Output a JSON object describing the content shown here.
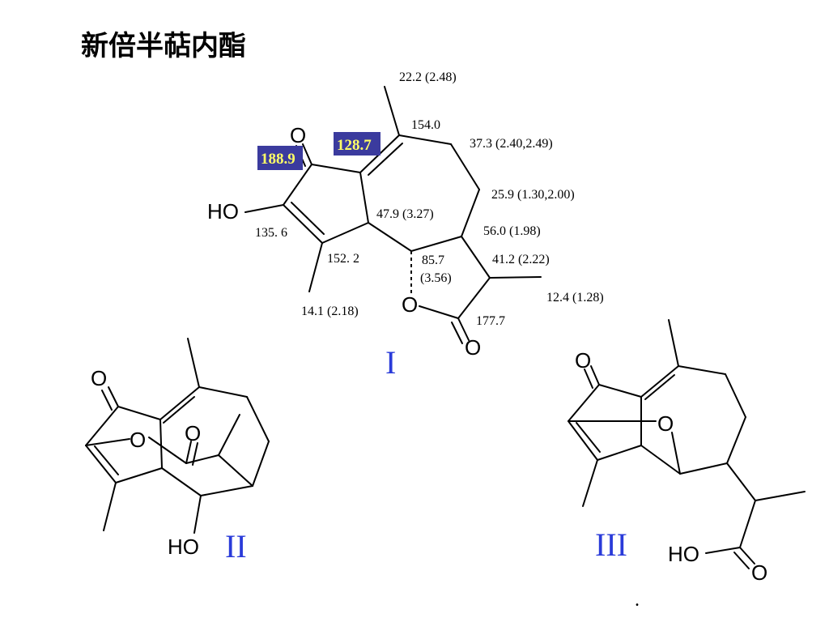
{
  "title": "新倍半萜内酯",
  "structure_I": {
    "label": "I",
    "highlights": {
      "c1": "188.9",
      "c2": "128.7"
    },
    "shifts": {
      "s1": "22.2 (2.48)",
      "s2": "154.0",
      "s3": "37.3 (2.40,2.49)",
      "s4": "25.9 (1.30,2.00)",
      "s5": "47.9 (3.27)",
      "s6": "56.0 (1.98)",
      "s7": "135. 6",
      "s8": "152. 2",
      "s9a": "85.7",
      "s9b": "(3.56)",
      "s10": "41.2 (2.22)",
      "s11": "12.4 (1.28)",
      "s12": "14.1 (2.18)",
      "s13": "177.7"
    },
    "atoms": {
      "o_ketone": "O",
      "ho": "HO",
      "o_ring": "O",
      "o_carbonyl": "O"
    }
  },
  "structure_II": {
    "label": "II",
    "atoms": {
      "o_ketone": "O",
      "o_bridge": "O",
      "o_carbonyl": "O",
      "ho": "HO"
    }
  },
  "structure_III": {
    "label": "III",
    "atoms": {
      "o_ketone": "O",
      "o_bridge": "O",
      "ho": "HO",
      "o_acid": "O"
    }
  },
  "footer_dot": "."
}
